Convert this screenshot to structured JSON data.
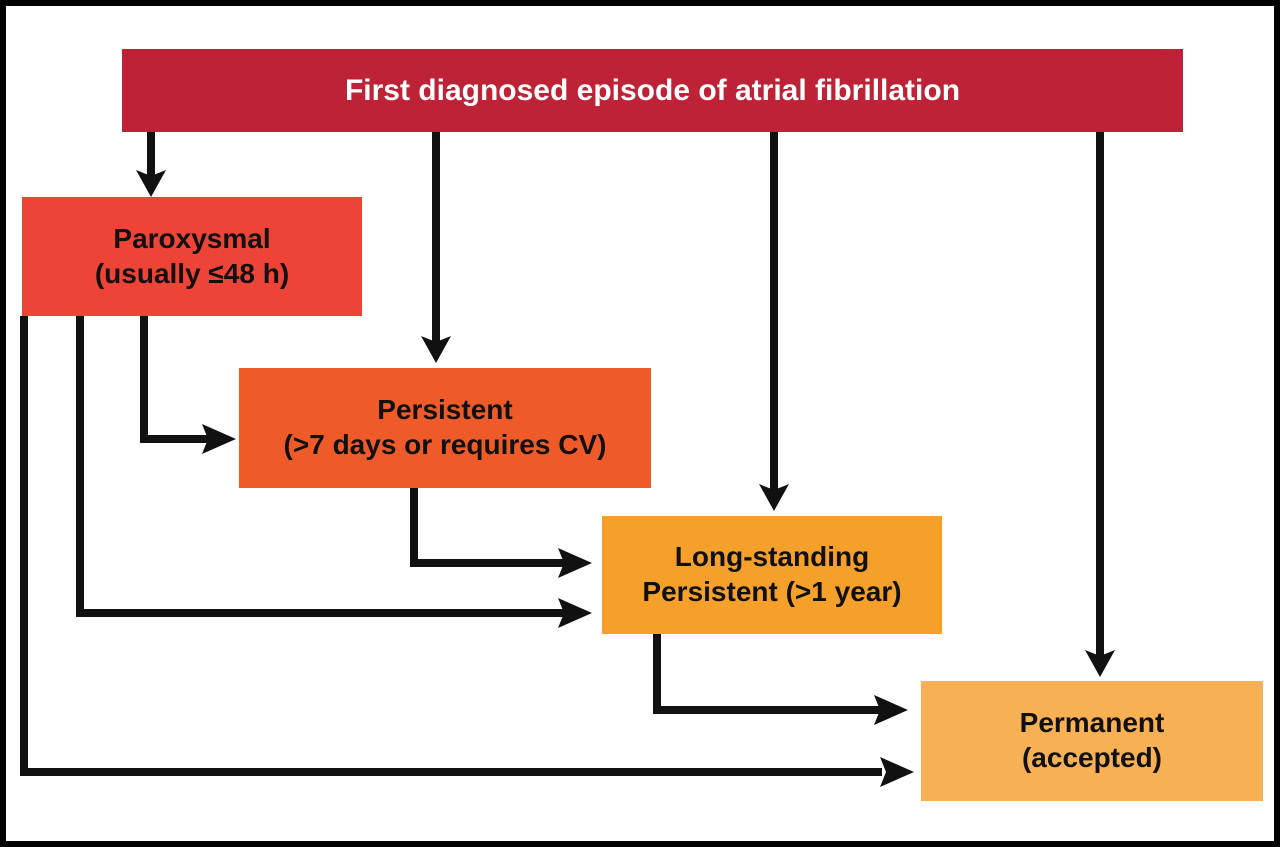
{
  "diagram": {
    "type": "flowchart",
    "background": "#FFFFFF",
    "frame_color": "#000000",
    "arrow_color": "#111111",
    "banner": {
      "label": "First diagnosed episode of atrial fibrillation",
      "bg": "#BE2236",
      "text_color": "#FFFFFF"
    },
    "nodes": {
      "paroxysmal": {
        "line1": "Paroxysmal",
        "line2": "(usually ≤48 h)",
        "bg": "#EE4337",
        "text_color": "#111111"
      },
      "persistent": {
        "line1": "Persistent",
        "line2": "(>7 days or requires CV)",
        "bg": "#EF5B28",
        "text_color": "#111111"
      },
      "longstanding": {
        "line1": "Long-standing",
        "line2": "Persistent (>1 year)",
        "bg": "#F5A02B",
        "text_color": "#111111"
      },
      "permanent": {
        "line1": "Permanent",
        "line2": "(accepted)",
        "bg": "#F8B054",
        "text_color": "#111111"
      }
    },
    "edges": [
      {
        "from": "first-diagnosed-episode",
        "to": "paroxysmal"
      },
      {
        "from": "first-diagnosed-episode",
        "to": "persistent"
      },
      {
        "from": "first-diagnosed-episode",
        "to": "long-standing-persistent"
      },
      {
        "from": "first-diagnosed-episode",
        "to": "permanent"
      },
      {
        "from": "paroxysmal",
        "to": "persistent"
      },
      {
        "from": "paroxysmal",
        "to": "long-standing-persistent"
      },
      {
        "from": "paroxysmal",
        "to": "permanent"
      },
      {
        "from": "persistent",
        "to": "long-standing-persistent"
      },
      {
        "from": "long-standing-persistent",
        "to": "permanent"
      }
    ]
  }
}
